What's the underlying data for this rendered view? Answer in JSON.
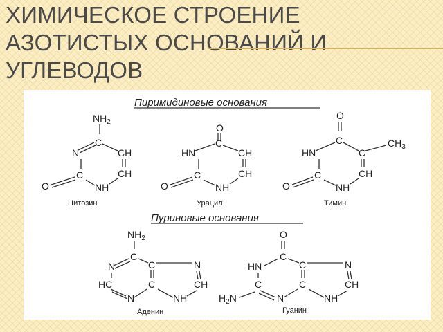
{
  "slide": {
    "title_lines": [
      "Химическое строение",
      "азотистых оснований  и",
      "углеводов"
    ]
  },
  "figure": {
    "pyrimidine_heading": "Пиримидиновые основания",
    "purine_heading": "Пуриновые основания",
    "molecules": [
      {
        "name": "Цитозин"
      },
      {
        "name": "Урацил"
      },
      {
        "name": "Тимин"
      },
      {
        "name": "Аденин"
      },
      {
        "name": "Гуанин"
      }
    ]
  }
}
